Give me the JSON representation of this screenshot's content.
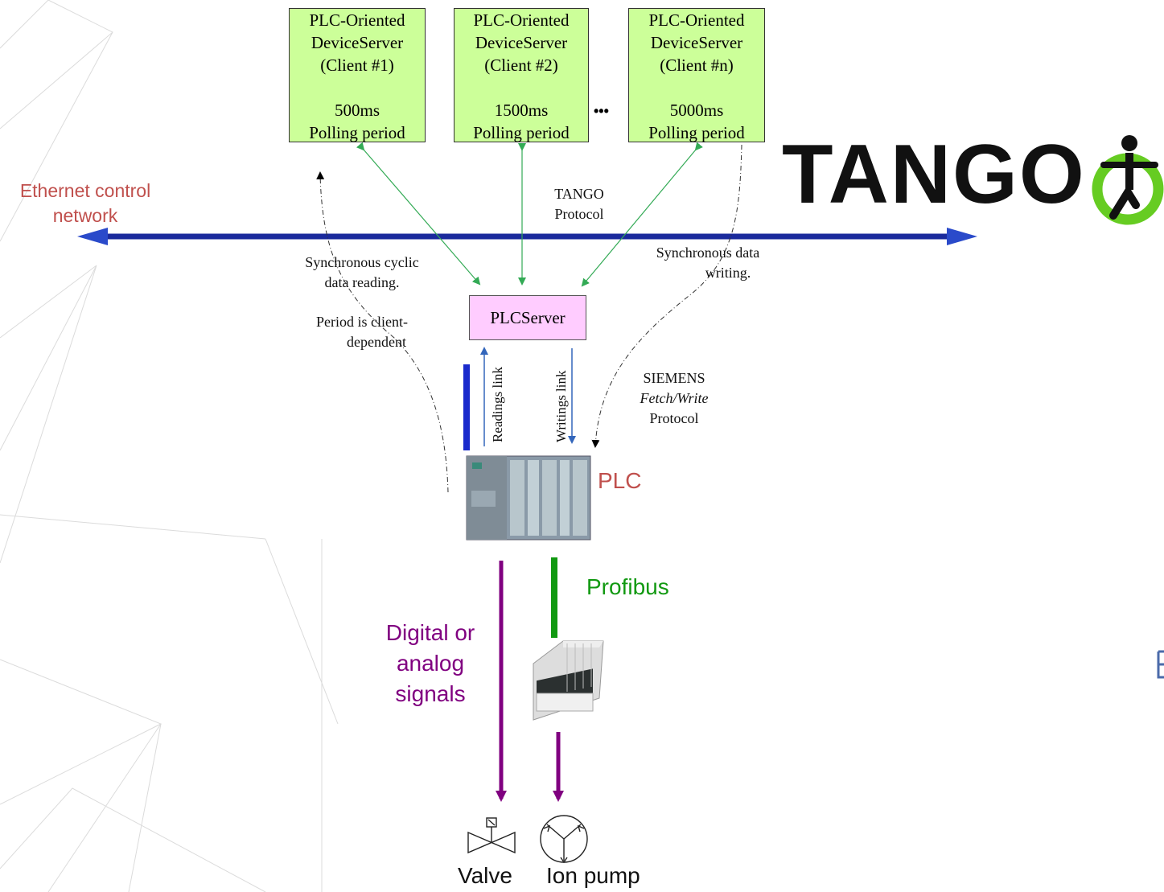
{
  "clients": [
    {
      "line1": "PLC-Oriented",
      "line2": "DeviceServer",
      "line3": "(Client #1)",
      "period": "500ms",
      "period_label": "Polling period"
    },
    {
      "line1": "PLC-Oriented",
      "line2": "DeviceServer",
      "line3": "(Client #2)",
      "period": "1500ms",
      "period_label": "Polling period"
    },
    {
      "line1": "PLC-Oriented",
      "line2": "DeviceServer",
      "line3": "(Client #n)",
      "period": "5000ms",
      "period_label": "Polling period"
    }
  ],
  "ellipsis": "•••",
  "ethernet": {
    "line1": "Ethernet control",
    "line2": "network"
  },
  "tango_protocol": {
    "line1": "TANGO",
    "line2": "Protocol"
  },
  "sync_reading": {
    "line1": "Synchronous cyclic",
    "line2": "data reading."
  },
  "period_note": {
    "line1": "Period is client-",
    "line2": "dependent"
  },
  "sync_writing": {
    "line1": "Synchronous data",
    "line2": "writing."
  },
  "plcserver": "PLCServer",
  "readings_link": "Readings link",
  "writings_link": "Writings link",
  "siemens": {
    "line1": "SIEMENS",
    "line2": "Fetch/Write",
    "line3": "Protocol"
  },
  "plc": "PLC",
  "profibus": "Profibus",
  "signals": {
    "line1": "Digital or",
    "line2": "analog",
    "line3": "signals"
  },
  "valve": "Valve",
  "ion_pump": "Ion pump",
  "logo": {
    "text": "TANGO"
  },
  "colors": {
    "client_fill": "#ccff99",
    "server_fill": "#ffccff",
    "network": "#1a2a9c",
    "green_arrow": "#33aa55",
    "purple": "#800080",
    "profibus": "#119911",
    "red_label": "#c0504d",
    "logo_green": "#66cc22"
  }
}
